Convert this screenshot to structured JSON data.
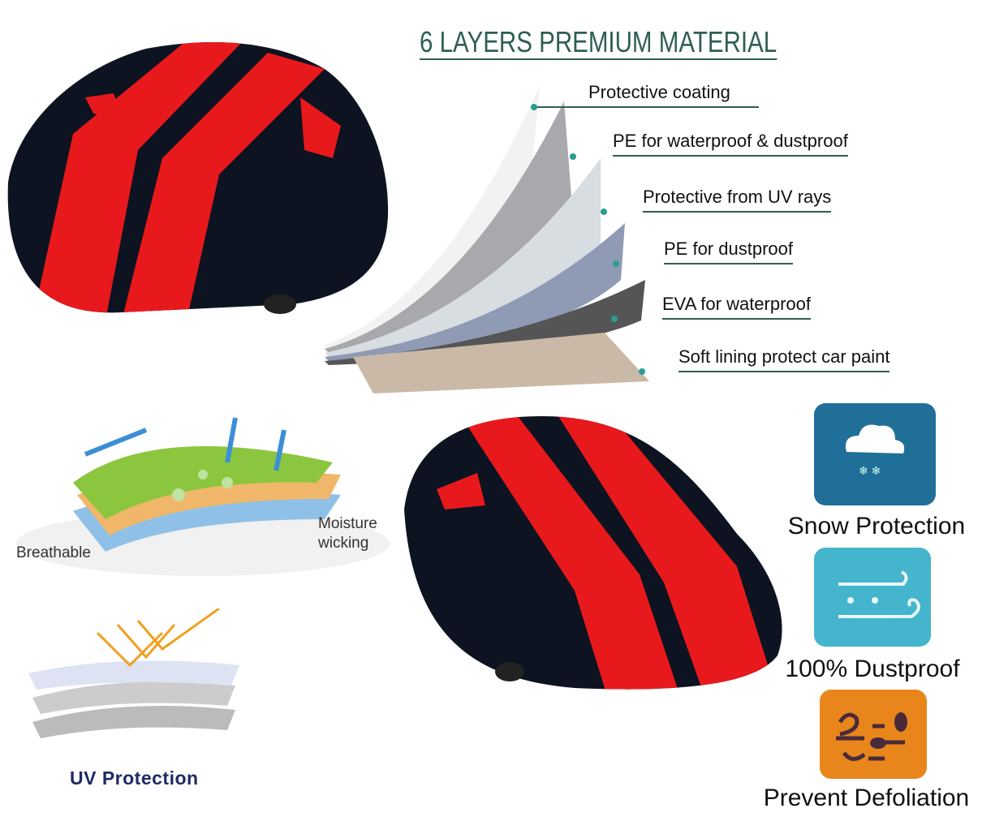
{
  "title": "6 LAYERS PREMIUM MATERIAL",
  "layers": [
    "Protective coating",
    "PE for waterproof & dustproof",
    "Protective from UV rays",
    "PE for dustproof",
    "EVA for waterproof",
    "Soft lining protect car paint"
  ],
  "breathable": {
    "left_label": "Breathable",
    "right_label_1": "Moisture",
    "right_label_2": "wicking"
  },
  "uv": {
    "label": "UV Protection"
  },
  "features": [
    {
      "label": "Snow Protection",
      "icon": "snow-cloud-icon",
      "color": "#1f6f99"
    },
    {
      "label": "100% Dustproof",
      "icon": "wind-dust-icon",
      "color": "#44b5cc"
    },
    {
      "label": "Prevent Defoliation",
      "icon": "wind-leaves-icon",
      "color": "#e8861b"
    }
  ],
  "colors": {
    "cover_dark": "#0d1320",
    "cover_red": "#e8191c",
    "title_green": "#2f5e52"
  }
}
